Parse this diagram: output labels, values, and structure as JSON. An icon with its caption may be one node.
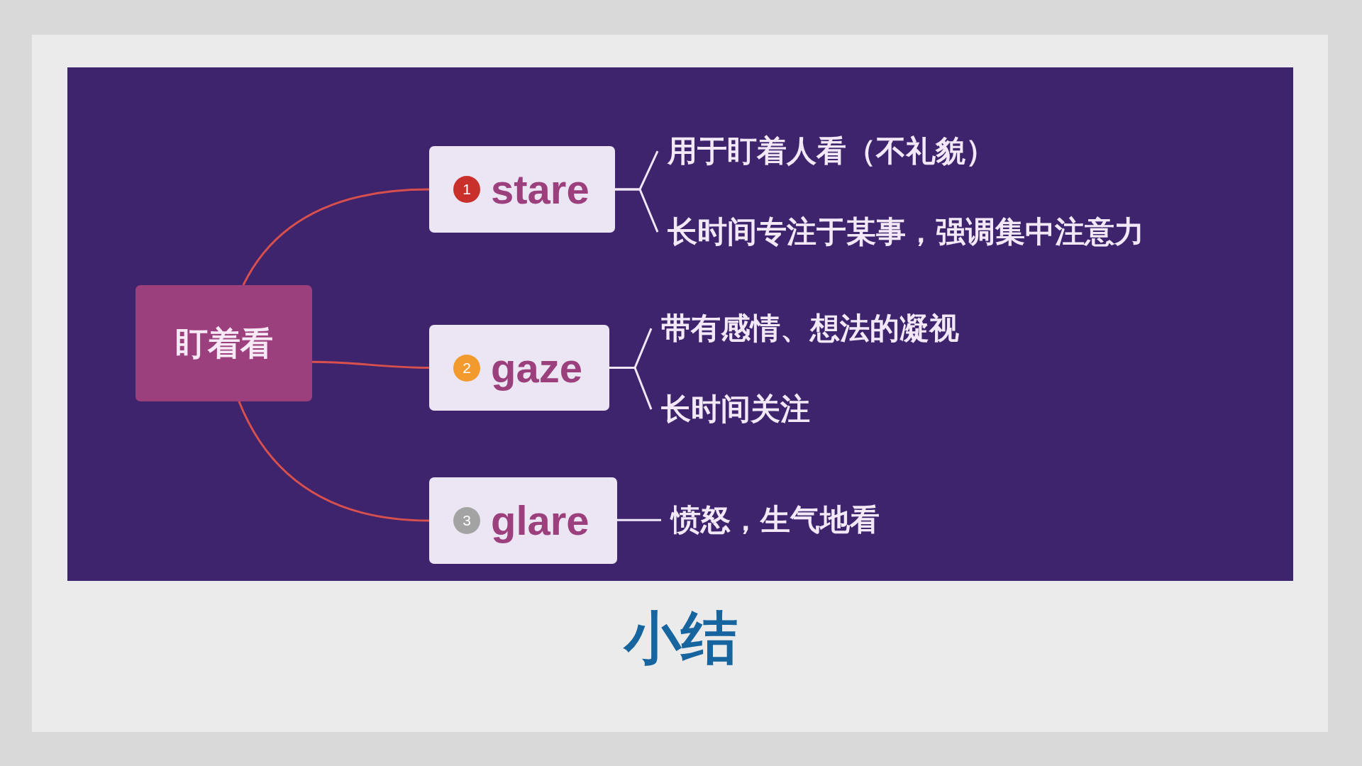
{
  "diagram": {
    "title": "小结",
    "nodes": [
      {
        "text": [
          "盯着看"
        ]
      },
      {
        "text": [
          "1",
          "stare"
        ]
      },
      {
        "text": [
          "2",
          "gaze"
        ]
      },
      {
        "text": [
          "3",
          "glare"
        ]
      },
      {
        "text": [
          "用于盯着人看（不礼貌）"
        ]
      },
      {
        "text": [
          "长时间专注于某事，强调集中注意力"
        ]
      },
      {
        "text": [
          "带有感情、想法的凝视"
        ]
      },
      {
        "text": [
          "长时间关注"
        ]
      },
      {
        "text": [
          "愤怒，生气地看"
        ]
      }
    ],
    "edges": [
      {
        "from": 0,
        "to": 1,
        "arrow": "none",
        "color": "#d8504e"
      },
      {
        "from": 0,
        "to": 2,
        "arrow": "none",
        "color": "#d8504e"
      },
      {
        "from": 0,
        "to": 3,
        "arrow": "none",
        "color": "#d8504e"
      },
      {
        "from": 1,
        "to": 4,
        "arrow": "none"
      },
      {
        "from": 1,
        "to": 5,
        "arrow": "none"
      },
      {
        "from": 2,
        "to": 6,
        "arrow": "none"
      },
      {
        "from": 2,
        "to": 7,
        "arrow": "none"
      },
      {
        "from": 3,
        "to": 8,
        "arrow": "none"
      }
    ]
  }
}
